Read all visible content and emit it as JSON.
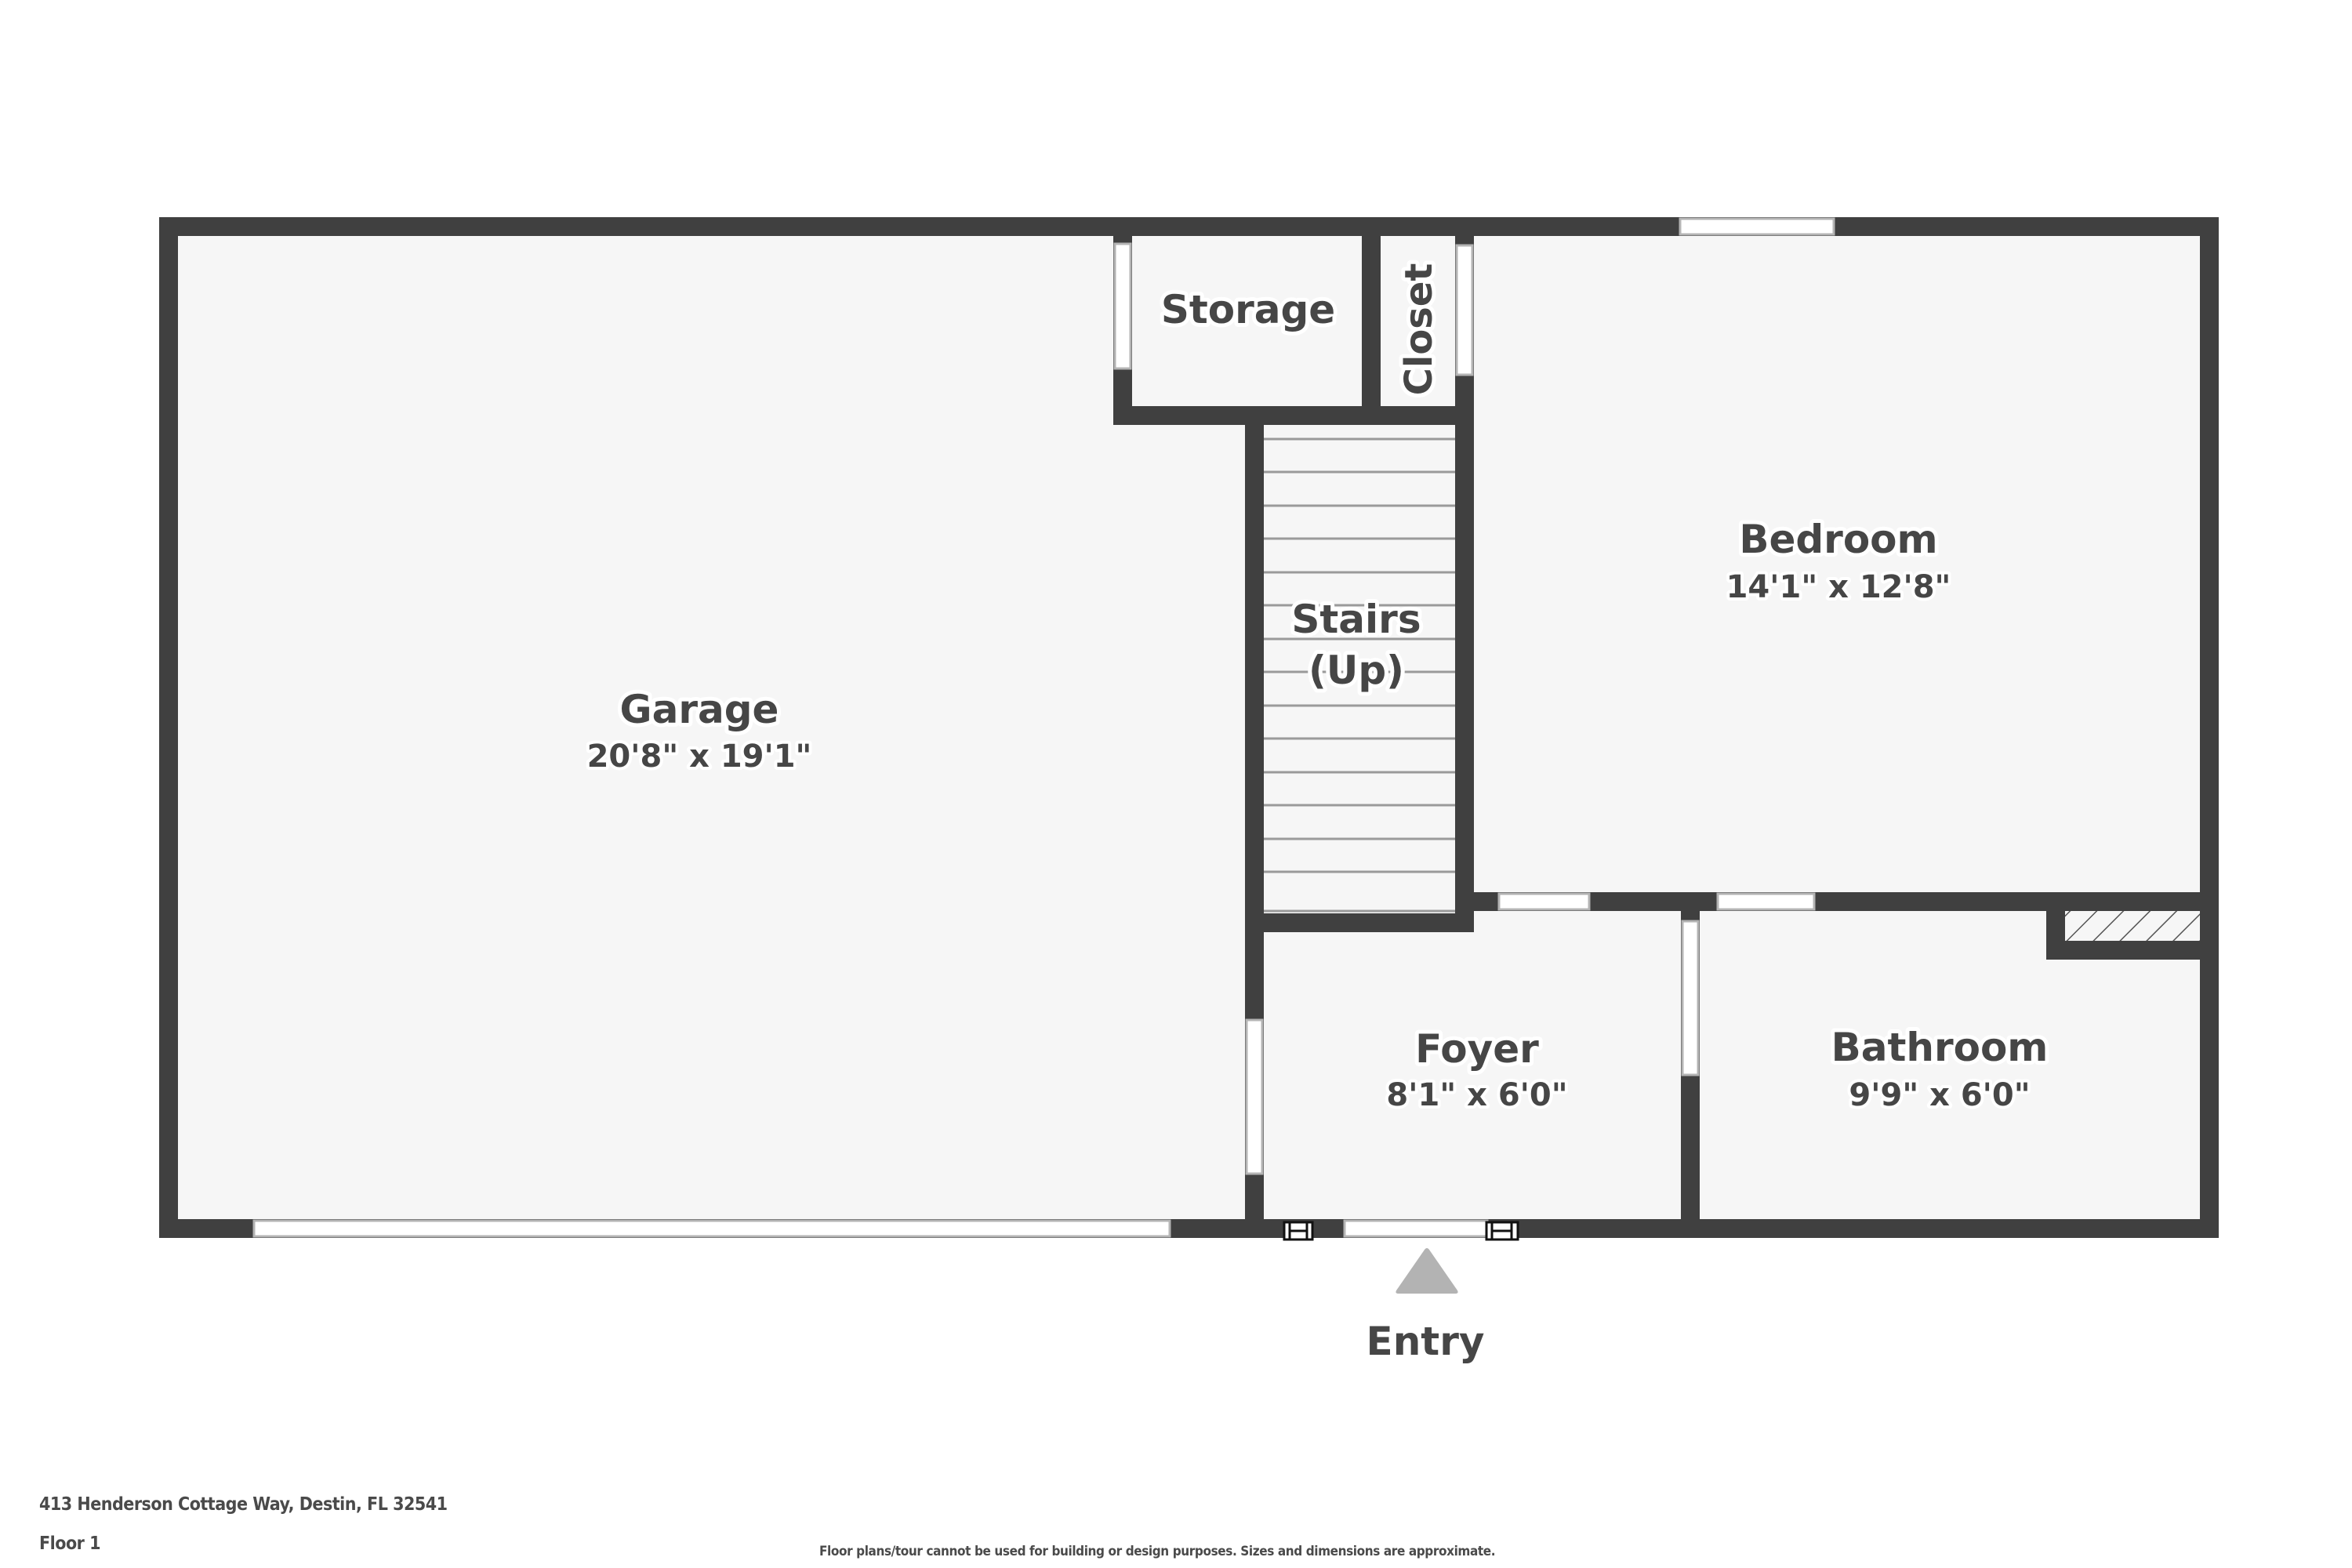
{
  "plan": {
    "property_address": "413 Henderson Cottage Way, Destin, FL 32541",
    "floor_label": "Floor 1",
    "disclaimer": "Floor plans/tour cannot be used for building or design purposes. Sizes and dimensions are approximate.",
    "entry_label": "Entry",
    "colors": {
      "wall": "#404040",
      "floor": "#f6f6f6",
      "window": "#ffffff",
      "window_edge": "#b4b4b4",
      "text": "#464646",
      "entry_marker": "#b3b3b3"
    }
  },
  "rooms": {
    "garage": {
      "name": "Garage",
      "dimensions": "20'8\" x 19'1\""
    },
    "storage": {
      "name": "Storage"
    },
    "closet": {
      "name": "Closet"
    },
    "stairs": {
      "name_line1": "Stairs",
      "name_line2": "(Up)"
    },
    "bedroom": {
      "name": "Bedroom",
      "dimensions": "14'1\" x 12'8\""
    },
    "foyer": {
      "name": "Foyer",
      "dimensions": "8'1\" x 6'0\""
    },
    "bathroom": {
      "name": "Bathroom",
      "dimensions": "9'9\" x 6'0\""
    }
  },
  "icons": {
    "entry_marker": "triangle-up-icon"
  }
}
